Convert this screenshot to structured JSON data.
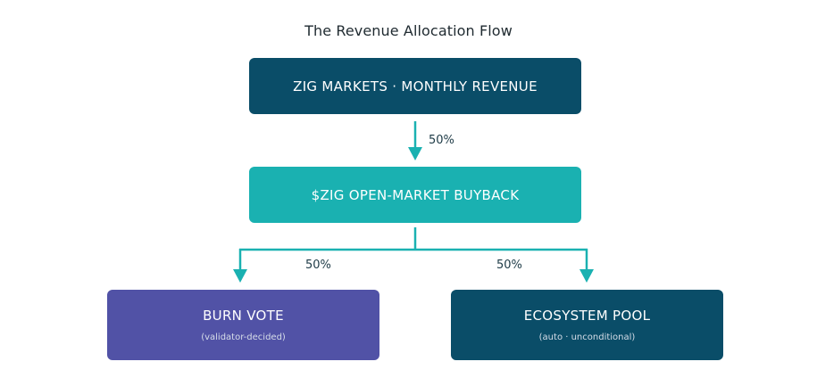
{
  "title": "The Revenue Allocation Flow",
  "nodes": {
    "revenue": {
      "label": "ZIG MARKETS · MONTHLY REVENUE"
    },
    "buyback": {
      "label": "$ZIG OPEN-MARKET BUYBACK"
    },
    "burn": {
      "label": "BURN VOTE",
      "sub": "(validator-decided)"
    },
    "ecosystem": {
      "label": "ECOSYSTEM POOL",
      "sub": "(auto · unconditional)"
    }
  },
  "edges": {
    "revenue_to_buyback": "50%",
    "buyback_to_burn": "50%",
    "buyback_to_ecosystem": "50%"
  },
  "colors": {
    "dark_teal": "#0a4d68",
    "teal": "#1ab1b1",
    "purple": "#5152a6",
    "connector": "#1ab1b1"
  }
}
